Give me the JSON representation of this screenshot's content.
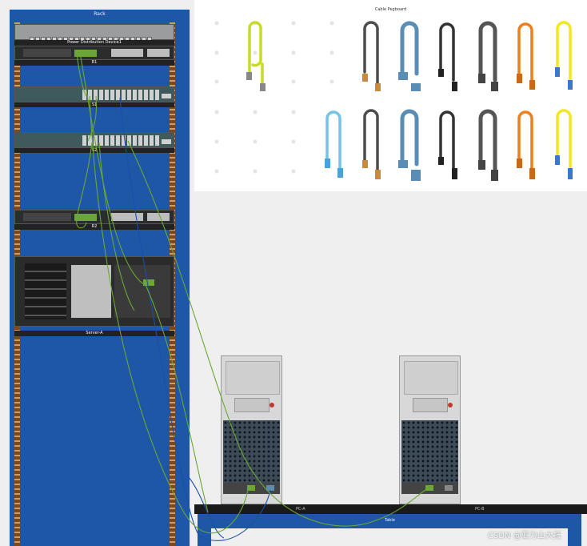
{
  "rack": {
    "title": "Rack",
    "pdu_label": "Power Distribution Device1",
    "devices": {
      "r1": "R1",
      "s1": "S1",
      "s2": "S2",
      "r2": "R2",
      "server": "Server-A"
    }
  },
  "pegboard": {
    "title": "Cable Pegboard",
    "cable_colors": {
      "lime": "#c7dc2a",
      "dark_gray": "#4d4d4d",
      "steel_blue": "#5a8db4",
      "black": "#333333",
      "orange": "#f07f1b",
      "yellow": "#f2e81a",
      "light_blue": "#72c4e8"
    }
  },
  "table": {
    "label": "Table",
    "pc_a": "PC-A",
    "pc_b": "PC-B"
  },
  "watermark": "CSDN @亚力山大抵",
  "colors": {
    "rack_blue": "#1e57a6",
    "console_cable": "#1b4fa8",
    "ethernet_cable": "#6aa736"
  }
}
